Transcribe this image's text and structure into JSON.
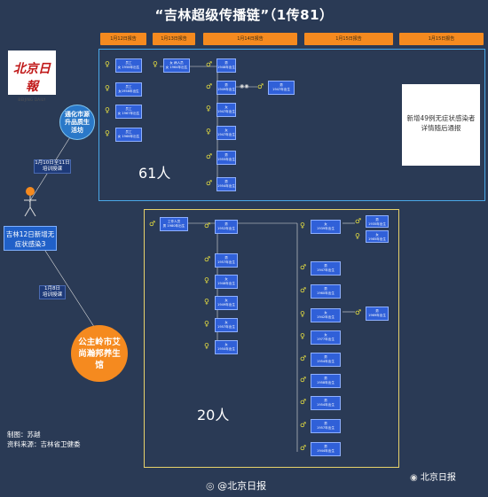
{
  "title": "“吉林超级传播链”（1传81）",
  "dates": [
    "1月12日报告",
    "1月13日报告",
    "1月14日报告",
    "1月15日报告",
    "1月15日报告"
  ],
  "logo": {
    "cn": "北京日報",
    "en": "BEIJING DAILY"
  },
  "source_case": "吉林12日新增无症状感染3",
  "event_1": {
    "label": "1月10日至11日",
    "sublabel": "培训授课",
    "place": "通化市源升品质生活坊"
  },
  "event_2": {
    "label": "1月8日",
    "sublabel": "培训授课",
    "place": "公主岭市艾尚瀚邦养生馆"
  },
  "group1": {
    "count": "61人",
    "col1": [
      {
        "line1": "员工",
        "line2": "女 1958年出生"
      },
      {
        "line1": "员工",
        "line2": "女1958年出生"
      },
      {
        "line1": "员工",
        "line2": "女 1967年出生"
      },
      {
        "line1": "员工",
        "line2": "女 1966年出生"
      }
    ],
    "col2": [
      {
        "line1": "女 病人员",
        "line2": "女 1964年出生"
      }
    ],
    "col3": [
      {
        "line1": "男",
        "line2": "1948年出生"
      },
      {
        "line1": "男",
        "line2": "1949年出生"
      },
      {
        "line1": "女",
        "line2": "1947年出生"
      },
      {
        "line1": "女",
        "line2": "1947年出生"
      },
      {
        "line1": "男",
        "line2": "1955年出生"
      },
      {
        "line1": "男",
        "line2": "1954年出生"
      }
    ],
    "col4": [
      {
        "line1": "男",
        "line2": "1947年出生"
      }
    ]
  },
  "group2": {
    "count": "20人",
    "colA": [
      {
        "line1": "工作人员",
        "line2": "男 1980年出生"
      }
    ],
    "colB": [
      {
        "line1": "男",
        "line2": "1952年出生"
      },
      {
        "line1": "男",
        "line2": "1957年出生"
      },
      {
        "line1": "女",
        "line2": "1948年出生"
      },
      {
        "line1": "女",
        "line2": "1949年出生"
      },
      {
        "line1": "女",
        "line2": "1957年出生"
      },
      {
        "line1": "女",
        "line2": "1950年出生"
      }
    ],
    "colC": [
      {
        "line1": "女",
        "line2": "1939年出生"
      },
      {
        "line1": "男",
        "line2": "1947年出生"
      },
      {
        "line1": "男",
        "line2": "1960年出生"
      },
      {
        "line1": "女",
        "line2": "1942年出生"
      },
      {
        "line1": "女",
        "line2": "1977年出生"
      },
      {
        "line1": "男",
        "line2": "1954年出生"
      },
      {
        "line1": "男",
        "line2": "1958年出生"
      },
      {
        "line1": "男",
        "line2": "1954年出生"
      },
      {
        "line1": "男",
        "line2": "1957年出生"
      },
      {
        "line1": "男",
        "line2": "1944年出生"
      }
    ],
    "colD": [
      {
        "line1": "男",
        "line2": "1935年出生"
      },
      {
        "line1": "女",
        "line2": "1985年出生"
      },
      {
        "line1": "男",
        "line2": "1969年出生"
      }
    ]
  },
  "note": [
    "新增49例无症状感染者",
    "详情随后通报"
  ],
  "credits": [
    "制图：苏越",
    "资料来源：吉林省卫健委"
  ],
  "weibo": "@北京日报",
  "wechat": "北京日报",
  "colors": {
    "background": "#2a3a55",
    "date_tab": "#f58a1f",
    "case_box": "#3060d8",
    "group1_border": "#4aa8e8",
    "group2_border": "#e8d26a"
  }
}
